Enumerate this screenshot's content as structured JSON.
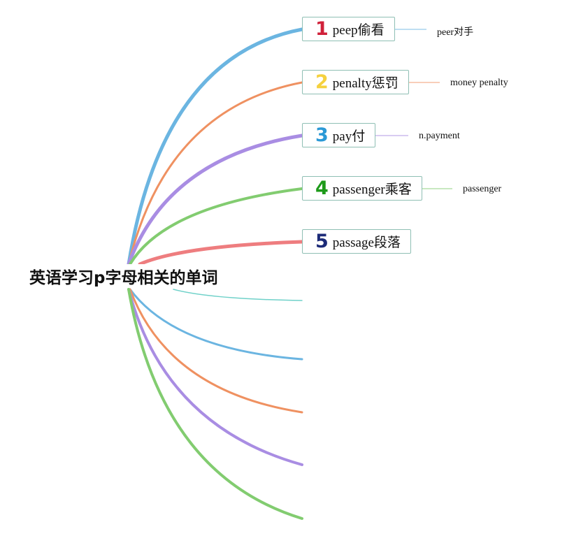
{
  "root": {
    "title": "英语学习p字母相关的单词"
  },
  "branches": [
    {
      "number": "1",
      "label": "peep偷看",
      "note": "peer对手",
      "color": "#6bb5e1",
      "number_color": "#d0213a"
    },
    {
      "number": "2",
      "label": "penalty惩罚",
      "note": "money penalty",
      "color": "#ef9161",
      "number_color": "#f5d13e"
    },
    {
      "number": "3",
      "label": "pay付",
      "note": "n.payment",
      "color": "#a98de3",
      "number_color": "#2b99d6"
    },
    {
      "number": "4",
      "label": "passenger乘客",
      "note": "passenger",
      "color": "#82cc70",
      "number_color": "#1e9a1a"
    },
    {
      "number": "5",
      "label": "passage段落",
      "note": "",
      "color": "#ee7d7f",
      "number_color": "#1c2b78"
    }
  ],
  "empty_branches": [
    {
      "color": "#6fd1c9"
    },
    {
      "color": "#6bb5e1"
    },
    {
      "color": "#ef9161"
    },
    {
      "color": "#a98de3"
    },
    {
      "color": "#82cc70"
    }
  ]
}
